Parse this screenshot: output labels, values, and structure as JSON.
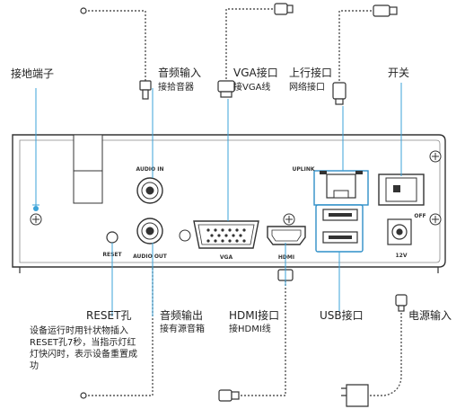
{
  "callouts": {
    "ground": {
      "title": "接地端子"
    },
    "audio_in": {
      "title": "音频输入",
      "sub": "接拾音器"
    },
    "vga": {
      "title": "VGA接口",
      "sub": "接VGA线"
    },
    "uplink": {
      "title": "上行接口",
      "sub": "网络接口"
    },
    "switch": {
      "title": "开关"
    },
    "reset": {
      "title": "RESET孔",
      "note": "设备运行时用针状物插入RESET孔7秒，当指示灯红灯快闪时，表示设备重置成功"
    },
    "audio_out": {
      "title": "音频输出",
      "sub": "接有源音箱"
    },
    "hdmi": {
      "title": "HDMI接口",
      "sub": "接HDMI线"
    },
    "usb": {
      "title": "USB接口"
    },
    "power": {
      "title": "电源输入"
    }
  },
  "panel_labels": {
    "audio_in": "AUDIO IN",
    "audio_out": "AUDIO OUT",
    "reset": "RESET",
    "vga": "VGA",
    "hdmi": "HDMI",
    "uplink": "UPLINK",
    "off": "OFF",
    "power": "12V"
  },
  "colors": {
    "leader": "#3ba3d9",
    "outline": "#333333",
    "highlight": "#2f8fc8"
  }
}
